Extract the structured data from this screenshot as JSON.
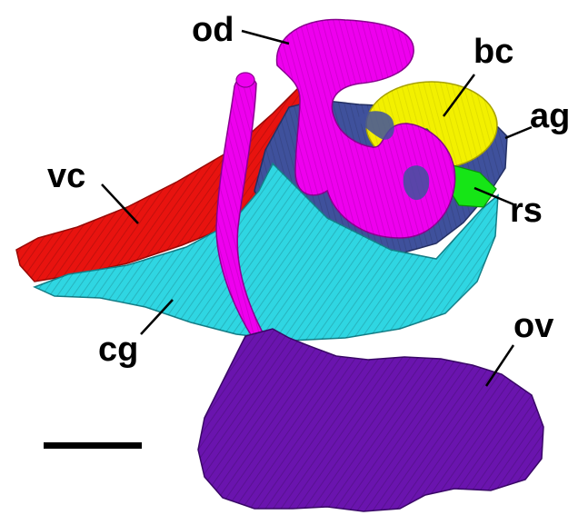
{
  "figure": {
    "labels": {
      "od": "od",
      "bc": "bc",
      "ag": "ag",
      "vc": "vc",
      "rs": "rs",
      "cg": "cg",
      "ov": "ov"
    },
    "structure_colors": {
      "od": "#ee00ee",
      "bc": "#f2f000",
      "ag": "#3f519c",
      "vc": "#e8130f",
      "rs": "#16e516",
      "cg": "#2fd6e2",
      "ov": "#6a14ae"
    },
    "scale_bar": "scale bar (no printed value)"
  }
}
